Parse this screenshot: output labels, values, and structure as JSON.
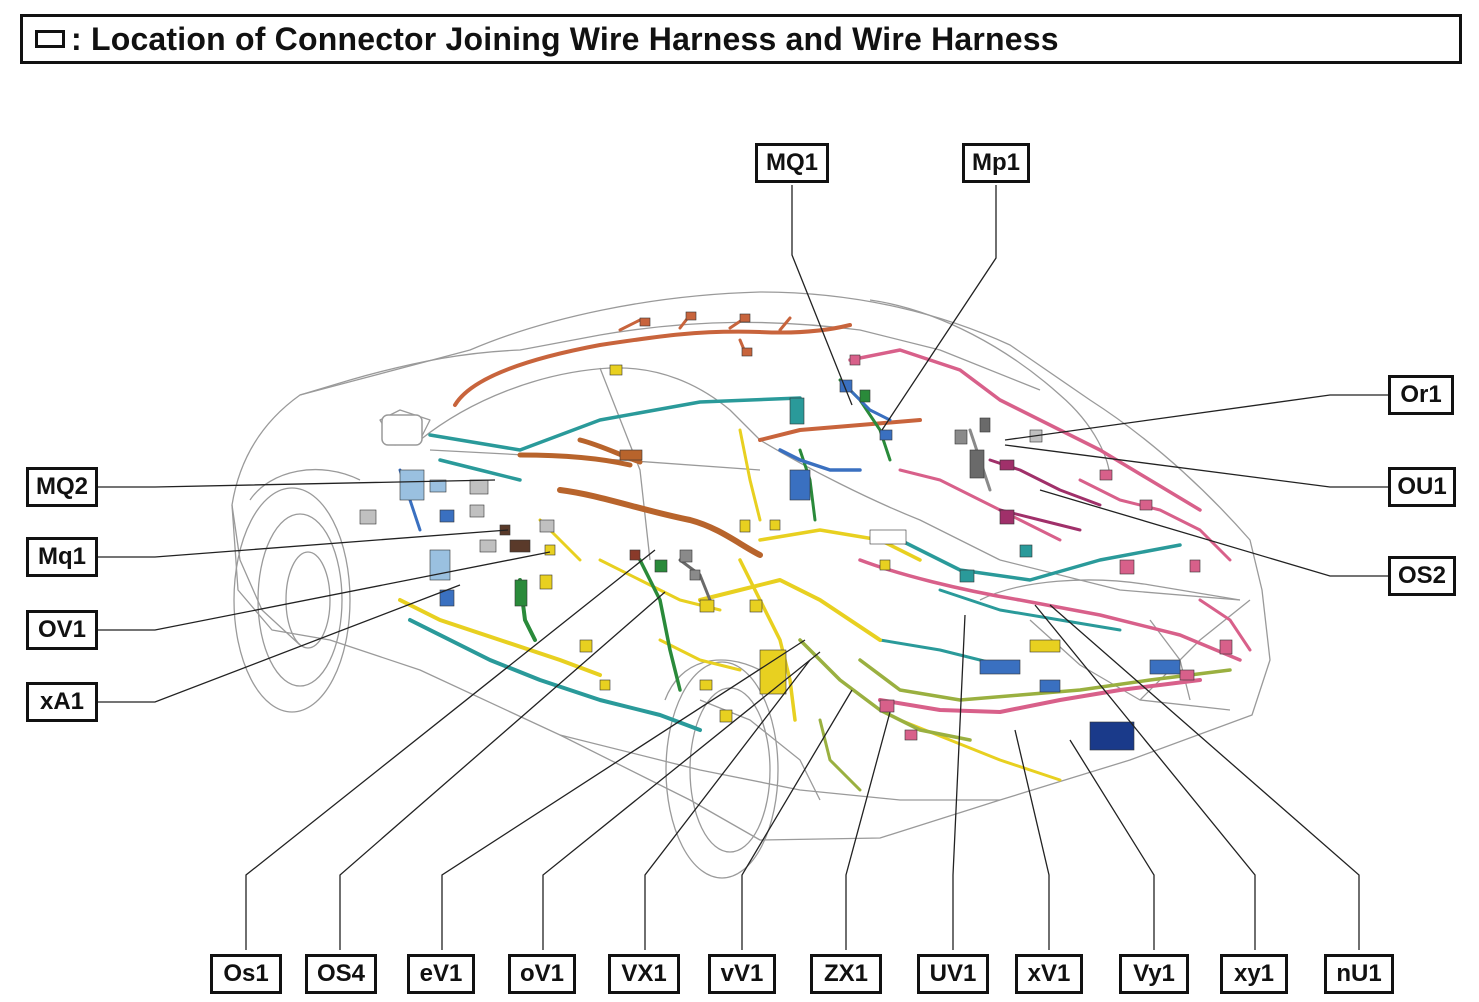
{
  "title": {
    "legend_icon": "rectangle-outline-icon",
    "text": ": Location of Connector Joining Wire Harness and Wire Harness"
  },
  "connectors": {
    "MQ1": "MQ1",
    "Mp1": "Mp1",
    "Or1": "Or1",
    "OU1": "OU1",
    "OS2": "OS2",
    "MQ2": "MQ2",
    "Mq1": "Mq1",
    "OV1": "OV1",
    "xA1": "xA1",
    "Os1": "Os1",
    "OS4": "OS4",
    "eV1": "eV1",
    "oV1": "oV1",
    "VX1": "VX1",
    "vV1": "vV1",
    "ZX1": "ZX1",
    "UV1": "UV1",
    "xV1": "xV1",
    "Vy1": "Vy1",
    "xy1": "xy1",
    "nU1": "nU1"
  },
  "harness_colors": {
    "orange": "#c8643c",
    "teal": "#2a9a9a",
    "pink": "#d8608a",
    "magenta": "#a0306a",
    "yellow": "#e8d020",
    "green": "#2a8a3a",
    "olive": "#9ab040",
    "blue": "#3a70c0",
    "dark_blue": "#1a3a8a",
    "brown": "#8a5a2a",
    "gray": "#8a8a8a"
  }
}
